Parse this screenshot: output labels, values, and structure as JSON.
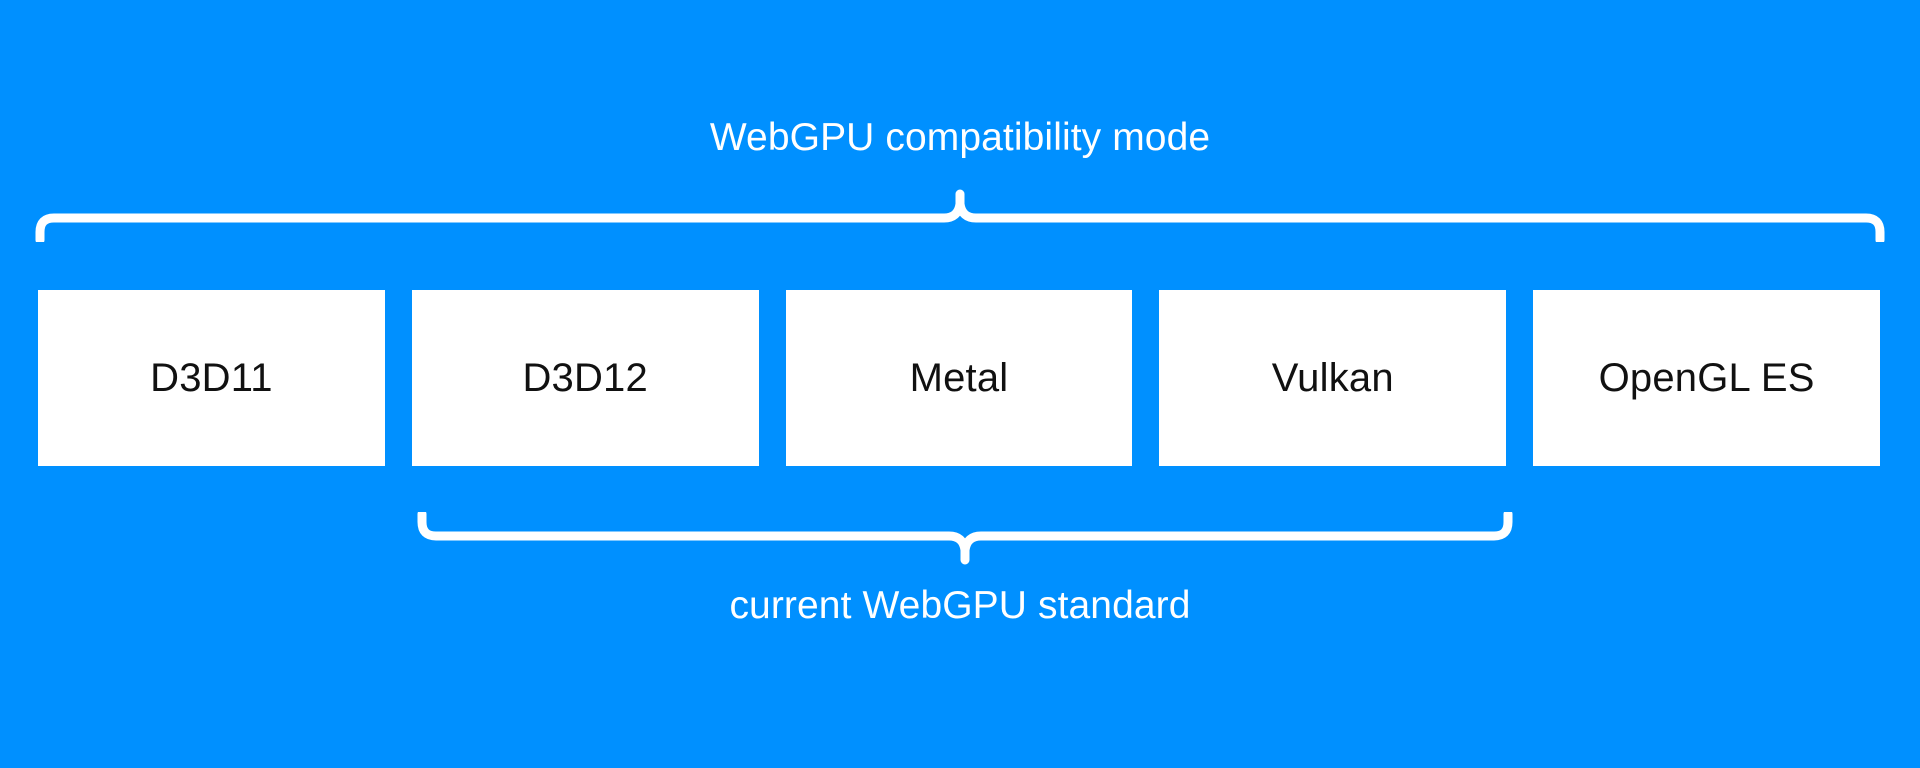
{
  "diagram": {
    "title": "WebGPU compatibility mode",
    "background_color": "#0090ff",
    "box_fill_color": "#ffffff",
    "box_text_color": "#111111",
    "caption_color": "#ffffff",
    "top_group": {
      "label": "WebGPU compatibility mode",
      "covers": [
        "D3D11",
        "D3D12",
        "Metal",
        "Vulkan",
        "OpenGL ES"
      ]
    },
    "bottom_group": {
      "label": "current WebGPU standard",
      "covers": [
        "D3D12",
        "Metal",
        "Vulkan"
      ]
    },
    "boxes": [
      {
        "label": "D3D11"
      },
      {
        "label": "D3D12"
      },
      {
        "label": "Metal"
      },
      {
        "label": "Vulkan"
      },
      {
        "label": "OpenGL ES"
      }
    ]
  }
}
